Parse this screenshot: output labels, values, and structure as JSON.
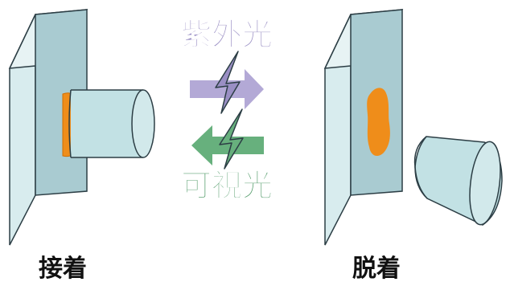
{
  "labels": {
    "uv": "紫外光",
    "visible": "可視光",
    "attach": "接着",
    "detach": "脱着"
  },
  "colors": {
    "uv": "#9a8fc4",
    "uv_arrow": "#b3a9d6",
    "visible": "#4f9a67",
    "visible_arrow": "#67b07d",
    "panel_face": "#a9cbd1",
    "panel_front": "#bfdce0",
    "panel_edge": "#d8ecee",
    "cylinder": "#c2e1e4",
    "adhesive": "#ef8d1a",
    "outline": "#2c3e45",
    "text": "#111111"
  },
  "icons": {
    "uv_bolt": "lightning-bolt-icon",
    "visible_bolt": "lightning-bolt-icon"
  }
}
